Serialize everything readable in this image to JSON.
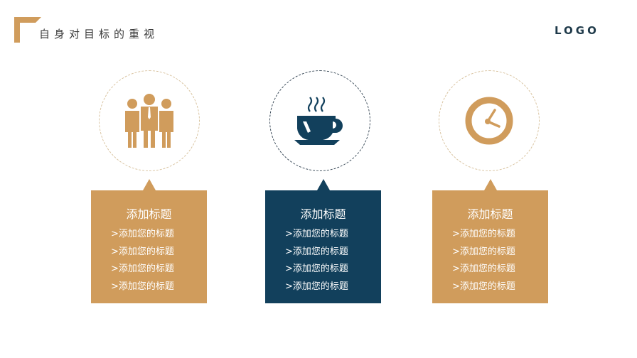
{
  "header": {
    "title": "自身对目标的重视",
    "logo": "LOGO"
  },
  "colors": {
    "gold": "#d09c5c",
    "navy": "#12405c",
    "text": "#3a3a3a"
  },
  "columns": [
    {
      "icon": "team-icon",
      "heading": "添加标题",
      "items": [
        ">添加您的标题",
        ">添加您的标题",
        ">添加您的标题",
        ">添加您的标题"
      ]
    },
    {
      "icon": "coffee-cup-icon",
      "heading": "添加标题",
      "items": [
        ">添加您的标题",
        ">添加您的标题",
        ">添加您的标题",
        ">添加您的标题"
      ]
    },
    {
      "icon": "clock-icon",
      "heading": "添加标题",
      "items": [
        ">添加您的标题",
        ">添加您的标题",
        ">添加您的标题",
        ">添加您的标题"
      ]
    }
  ]
}
